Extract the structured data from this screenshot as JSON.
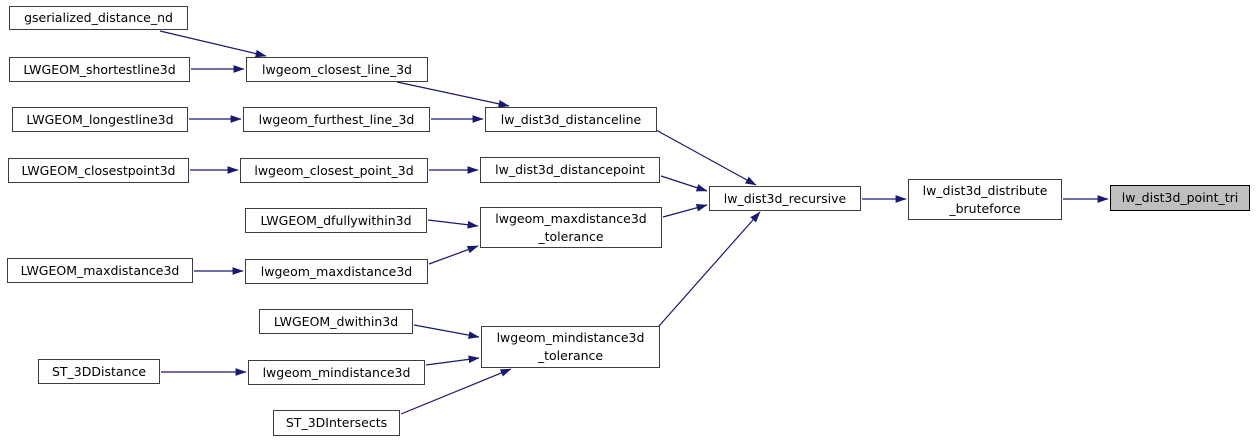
{
  "graph": {
    "type": "call-graph",
    "highlighted_function": "lw_dist3d_point_tri",
    "colors": {
      "edge": "#191970",
      "node_fill": "#ffffff",
      "node_border": "#3d3d3d",
      "highlight_fill": "#bfbfbf",
      "text": "#000000"
    },
    "nodes": [
      {
        "id": "gserialized_distance_nd",
        "label": "gserialized_distance_nd",
        "highlighted": false
      },
      {
        "id": "LWGEOM_shortestline3d",
        "label": "LWGEOM_shortestline3d",
        "highlighted": false
      },
      {
        "id": "lwgeom_closest_line_3d",
        "label": "lwgeom_closest_line_3d",
        "highlighted": false
      },
      {
        "id": "LWGEOM_longestline3d",
        "label": "LWGEOM_longestline3d",
        "highlighted": false
      },
      {
        "id": "lwgeom_furthest_line_3d",
        "label": "lwgeom_furthest_line_3d",
        "highlighted": false
      },
      {
        "id": "lw_dist3d_distanceline",
        "label": "lw_dist3d_distanceline",
        "highlighted": false
      },
      {
        "id": "LWGEOM_closestpoint3d",
        "label": "LWGEOM_closestpoint3d",
        "highlighted": false
      },
      {
        "id": "lwgeom_closest_point_3d",
        "label": "lwgeom_closest_point_3d",
        "highlighted": false
      },
      {
        "id": "lw_dist3d_distancepoint",
        "label": "lw_dist3d_distancepoint",
        "highlighted": false
      },
      {
        "id": "LWGEOM_dfullywithin3d",
        "label": "LWGEOM_dfullywithin3d",
        "highlighted": false
      },
      {
        "id": "lwgeom_maxdistance3d_tolerance",
        "label": "lwgeom_maxdistance3d\n_tolerance",
        "highlighted": false
      },
      {
        "id": "lw_dist3d_recursive",
        "label": "lw_dist3d_recursive",
        "highlighted": false
      },
      {
        "id": "LWGEOM_maxdistance3d",
        "label": "LWGEOM_maxdistance3d",
        "highlighted": false
      },
      {
        "id": "lwgeom_maxdistance3d",
        "label": "lwgeom_maxdistance3d",
        "highlighted": false
      },
      {
        "id": "LWGEOM_dwithin3d",
        "label": "LWGEOM_dwithin3d",
        "highlighted": false
      },
      {
        "id": "ST_3DDistance",
        "label": "ST_3DDistance",
        "highlighted": false
      },
      {
        "id": "lwgeom_mindistance3d",
        "label": "lwgeom_mindistance3d",
        "highlighted": false
      },
      {
        "id": "lwgeom_mindistance3d_tolerance",
        "label": "lwgeom_mindistance3d\n_tolerance",
        "highlighted": false
      },
      {
        "id": "ST_3DIntersects",
        "label": "ST_3DIntersects",
        "highlighted": false
      },
      {
        "id": "lw_dist3d_distribute_bruteforce",
        "label": "lw_dist3d_distribute\n_bruteforce",
        "highlighted": false
      },
      {
        "id": "lw_dist3d_point_tri",
        "label": "lw_dist3d_point_tri",
        "highlighted": true
      }
    ],
    "edges": [
      {
        "from": "gserialized_distance_nd",
        "to": "lwgeom_closest_line_3d"
      },
      {
        "from": "LWGEOM_shortestline3d",
        "to": "lwgeom_closest_line_3d"
      },
      {
        "from": "LWGEOM_longestline3d",
        "to": "lwgeom_furthest_line_3d"
      },
      {
        "from": "lwgeom_closest_line_3d",
        "to": "lw_dist3d_distanceline"
      },
      {
        "from": "lwgeom_furthest_line_3d",
        "to": "lw_dist3d_distanceline"
      },
      {
        "from": "LWGEOM_closestpoint3d",
        "to": "lwgeom_closest_point_3d"
      },
      {
        "from": "lwgeom_closest_point_3d",
        "to": "lw_dist3d_distancepoint"
      },
      {
        "from": "lw_dist3d_distanceline",
        "to": "lw_dist3d_recursive"
      },
      {
        "from": "lw_dist3d_distancepoint",
        "to": "lw_dist3d_recursive"
      },
      {
        "from": "LWGEOM_dfullywithin3d",
        "to": "lwgeom_maxdistance3d_tolerance"
      },
      {
        "from": "LWGEOM_maxdistance3d",
        "to": "lwgeom_maxdistance3d"
      },
      {
        "from": "lwgeom_maxdistance3d",
        "to": "lwgeom_maxdistance3d_tolerance"
      },
      {
        "from": "lwgeom_maxdistance3d_tolerance",
        "to": "lw_dist3d_recursive"
      },
      {
        "from": "LWGEOM_dwithin3d",
        "to": "lwgeom_mindistance3d_tolerance"
      },
      {
        "from": "ST_3DDistance",
        "to": "lwgeom_mindistance3d"
      },
      {
        "from": "lwgeom_mindistance3d",
        "to": "lwgeom_mindistance3d_tolerance"
      },
      {
        "from": "ST_3DIntersects",
        "to": "lwgeom_mindistance3d_tolerance"
      },
      {
        "from": "lwgeom_mindistance3d_tolerance",
        "to": "lw_dist3d_recursive"
      },
      {
        "from": "lw_dist3d_recursive",
        "to": "lw_dist3d_distribute_bruteforce"
      },
      {
        "from": "lw_dist3d_distribute_bruteforce",
        "to": "lw_dist3d_point_tri"
      }
    ]
  }
}
